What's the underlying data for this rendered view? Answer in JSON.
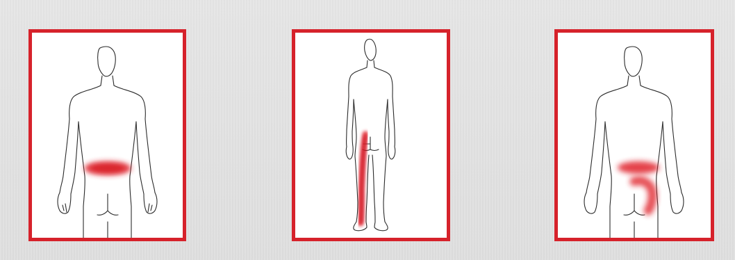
{
  "figure": {
    "background_color": "#e3e3e3",
    "frame_color": "#d6222b",
    "highlight_color": "#e0202c"
  },
  "panels": [
    {
      "view": "back",
      "highlight": "lower-back"
    },
    {
      "view": "back",
      "highlight": "buttock-and-leg"
    },
    {
      "view": "back",
      "highlight": "lower-back-and-hip"
    }
  ]
}
